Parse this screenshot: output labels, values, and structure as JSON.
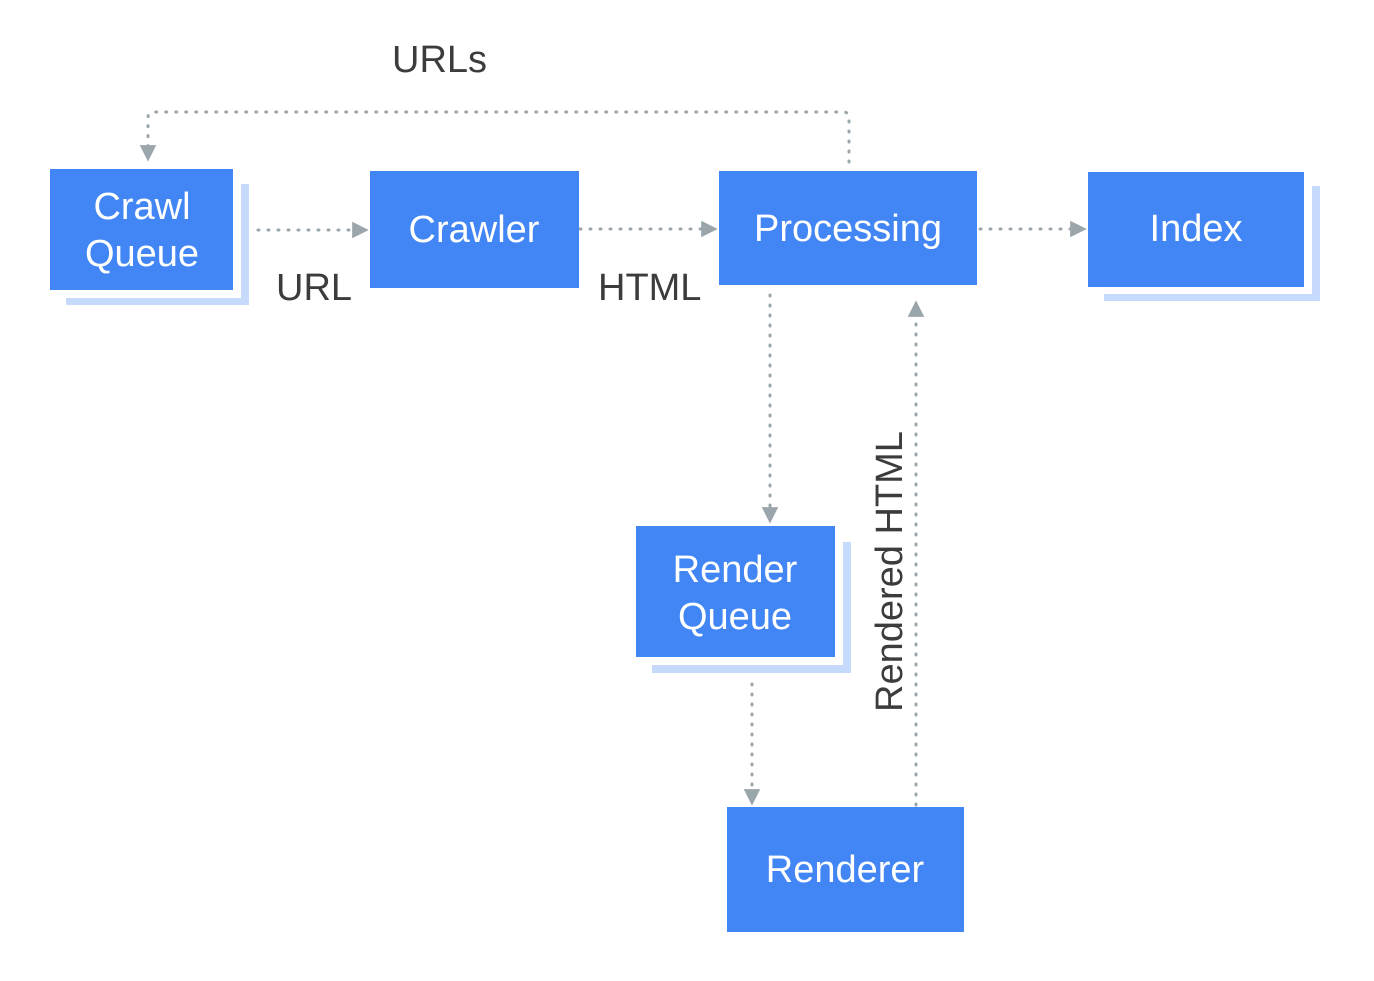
{
  "colors": {
    "box_fill": "#4285f4",
    "shadow_fill": "#c6dafc",
    "edge_color": "#9aa6ac",
    "label_color": "#3c3c3c",
    "box_text": "#ffffff"
  },
  "nodes": {
    "crawl_queue": {
      "line1": "Crawl",
      "line2": "Queue"
    },
    "crawler": {
      "label": "Crawler"
    },
    "processing": {
      "label": "Processing"
    },
    "index": {
      "label": "Index"
    },
    "render_queue": {
      "line1": "Render",
      "line2": "Queue"
    },
    "renderer": {
      "label": "Renderer"
    }
  },
  "edges": {
    "urls": "URLs",
    "url": "URL",
    "html": "HTML",
    "rendered_html": "Rendered HTML"
  }
}
